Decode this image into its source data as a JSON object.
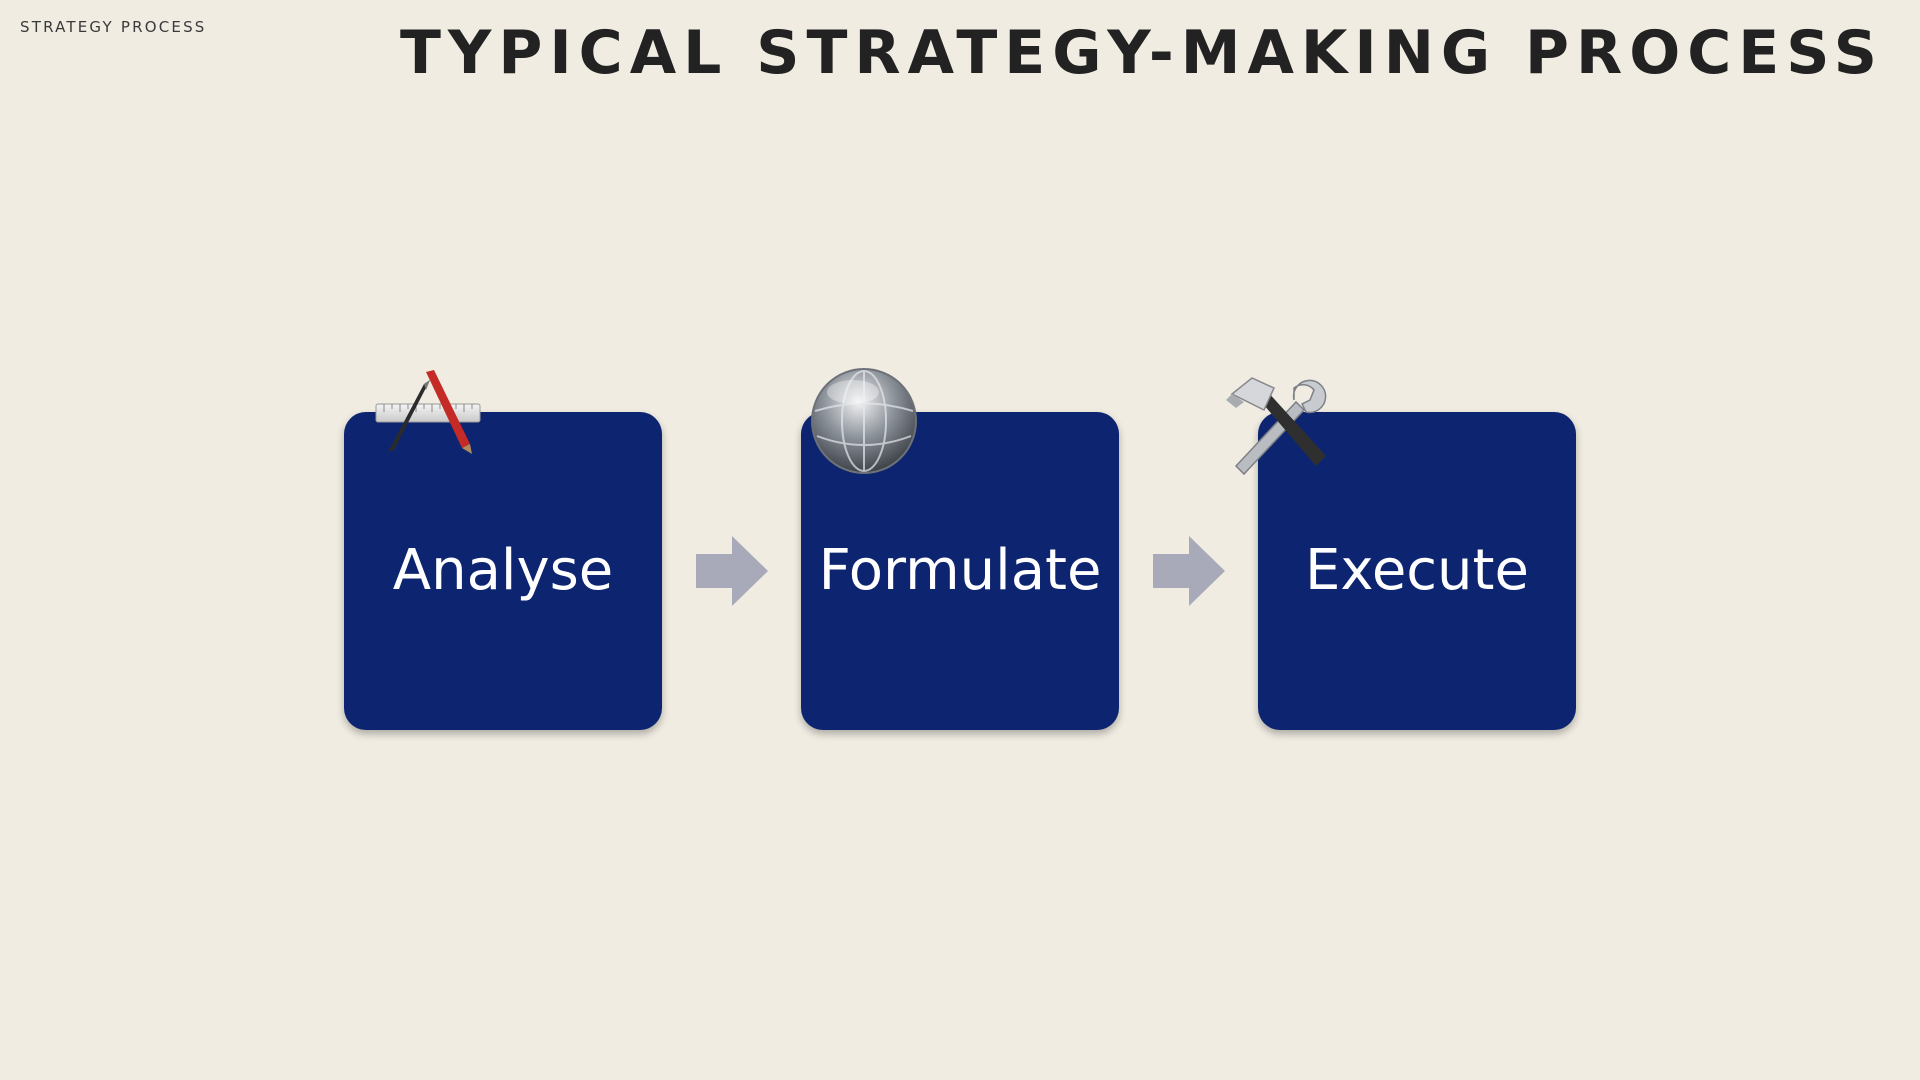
{
  "header": {
    "section_label": "STRATEGY PROCESS",
    "title": "TYPICAL STRATEGY-MAKING PROCESS"
  },
  "colors": {
    "background": "#F0ECE2",
    "box_fill": "#0D2470",
    "box_text": "#FFFFFF",
    "arrow": "#A9AAB9",
    "title_text": "#222222"
  },
  "steps": [
    {
      "label": "Analyse",
      "icon": "pen-brush-ruler-icon"
    },
    {
      "label": "Formulate",
      "icon": "globe-sphere-icon"
    },
    {
      "label": "Execute",
      "icon": "hammer-wrench-icon"
    }
  ],
  "connectors": [
    {
      "from": "Analyse",
      "to": "Formulate",
      "icon": "right-arrow-icon"
    },
    {
      "from": "Formulate",
      "to": "Execute",
      "icon": "right-arrow-icon"
    }
  ]
}
